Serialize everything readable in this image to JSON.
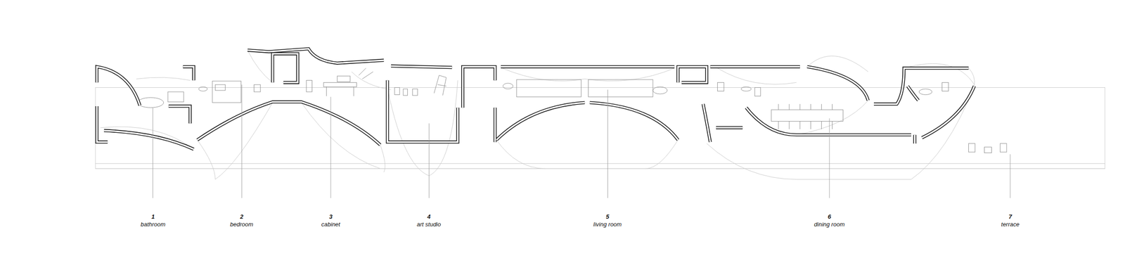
{
  "diagram": {
    "labels": [
      "1",
      "bathroom",
      "2",
      "bedroom",
      "3",
      "cabinet",
      "4",
      "art studio",
      "5",
      "living room",
      "6",
      "dining room",
      "7",
      "terrace"
    ]
  }
}
